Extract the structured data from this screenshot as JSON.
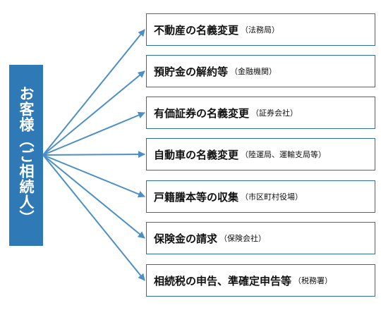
{
  "client": {
    "label": "お客様（ご相続人）"
  },
  "colors": {
    "box": "#2f79b7",
    "line": "#2c6fa6",
    "arrow": "#4b8fc6"
  },
  "tasks": [
    {
      "title": "不動産の名義変更",
      "office": "（法務局）"
    },
    {
      "title": "預貯金の解約等",
      "office": "（金融機関）"
    },
    {
      "title": "有価証券の名義変更",
      "office": "（証券会社）"
    },
    {
      "title": "自動車の名義変更",
      "office": "（陸運局、運輸支局等）"
    },
    {
      "title": "戸籍謄本等の収集",
      "office": "（市区町村役場）"
    },
    {
      "title": "保険金の請求",
      "office": "（保険会社）"
    },
    {
      "title": "相続税の申告、準確定申告等",
      "office": "（税務署）"
    }
  ]
}
